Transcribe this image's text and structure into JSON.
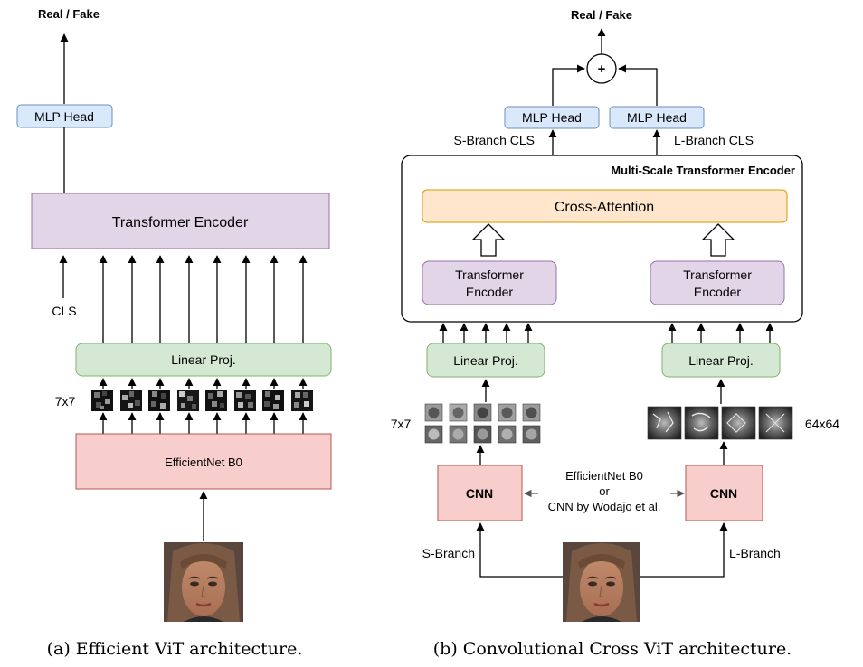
{
  "colors": {
    "purple_fill": "#e1d5e7",
    "purple_stroke": "#9673a6",
    "blue_fill": "#dae8fc",
    "blue_stroke": "#6c8ebf",
    "green_fill": "#d5e8d4",
    "green_stroke": "#82b366",
    "red_fill": "#f8cecc",
    "red_stroke": "#b85450",
    "orange_fill": "#ffe6cc",
    "orange_stroke": "#d79b00"
  },
  "left": {
    "output_label": "Real / Fake",
    "mlp_head": "MLP Head",
    "transformer_encoder": "Transformer Encoder",
    "cls_label": "CLS",
    "linear_proj": "Linear Proj.",
    "feature_size": "7x7",
    "backbone": "EfficientNet B0",
    "caption": "(a) Efficient ViT architecture."
  },
  "right": {
    "output_label": "Real / Fake",
    "sum_symbol": "+",
    "mlp_head_s": "MLP Head",
    "mlp_head_l": "MLP Head",
    "s_branch_cls": "S-Branch CLS",
    "l_branch_cls": "L-Branch CLS",
    "encoder_title": "Multi-Scale Transformer Encoder",
    "cross_attention": "Cross-Attention",
    "transformer_s_line1": "Transformer",
    "transformer_s_line2": "Encoder",
    "transformer_l_line1": "Transformer",
    "transformer_l_line2": "Encoder",
    "linear_proj_s": "Linear Proj.",
    "linear_proj_l": "Linear Proj.",
    "small_size": "7x7",
    "large_size": "64x64",
    "cnn_s": "CNN",
    "cnn_l": "CNN",
    "cnn_note_line1": "EfficientNet B0",
    "cnn_note_line2": "or",
    "cnn_note_line3": "CNN by Wodajo et al.",
    "s_branch": "S-Branch",
    "l_branch": "L-Branch",
    "caption": "(b) Convolutional Cross ViT architecture."
  }
}
